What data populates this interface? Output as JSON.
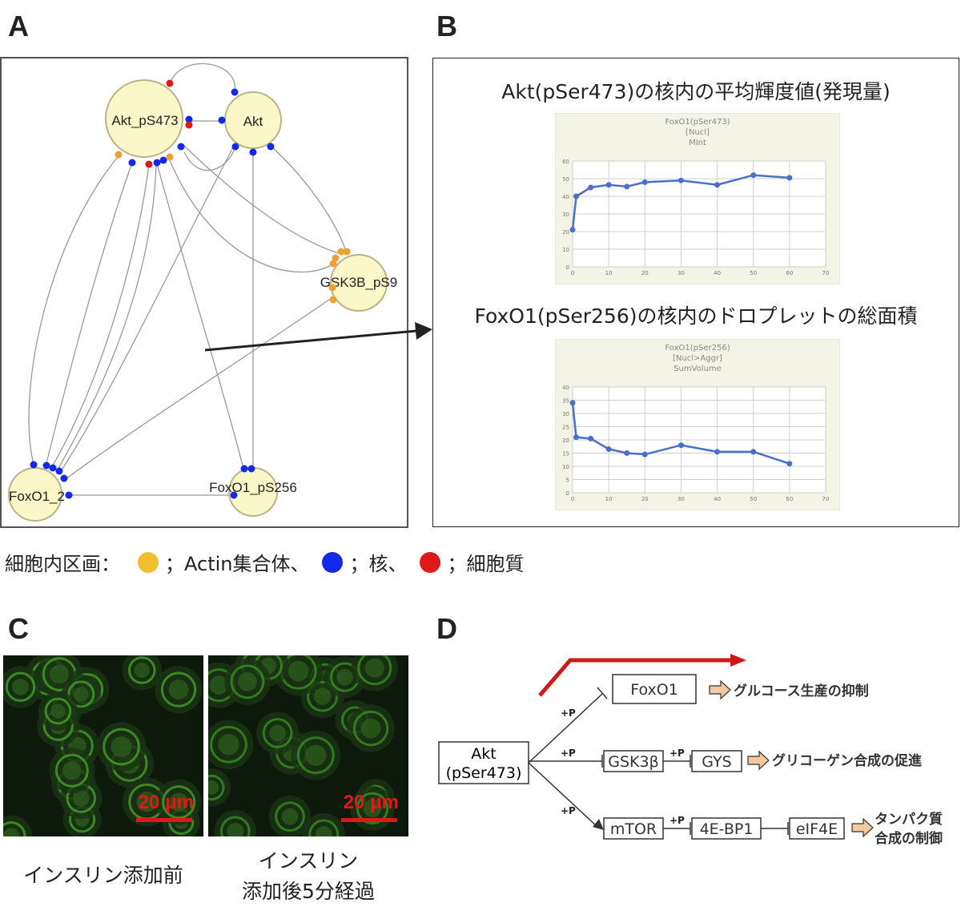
{
  "panel_labels": {
    "a": "A",
    "b": "B",
    "c": "C",
    "d": "D"
  },
  "network": {
    "nodes": {
      "akt_ps473": "Akt_pS473",
      "akt": "Akt",
      "gsk3b_ps9": "GSK3B_pS9",
      "foxo1_2": "FoxO1_2",
      "foxo1_ps256": "FoxO1_pS256"
    }
  },
  "legend": {
    "prefix": "細胞内区画：",
    "items": [
      {
        "color": "#f0c030",
        "label": "；Actin集合体、"
      },
      {
        "color": "#1428e8",
        "label": "；核、"
      },
      {
        "color": "#e01818",
        "label": "；細胞質"
      }
    ]
  },
  "panel_b": {
    "chart1_title": "Akt(pSer473)の核内の平均輝度値(発現量)",
    "chart2_title": "FoxO1(pSer256)の核内のドロプレットの総面積"
  },
  "chart_data": [
    {
      "type": "line",
      "title": "FoxO1(pSer473)",
      "subtitle": [
        "[Nucl]",
        "MInt"
      ],
      "x": [
        0,
        1,
        5,
        10,
        15,
        20,
        30,
        40,
        50,
        60
      ],
      "series": [
        {
          "values": [
            21,
            40,
            45,
            46.5,
            45.5,
            48,
            49,
            46.5,
            52,
            50.5
          ]
        }
      ],
      "xlim": [
        0,
        70
      ],
      "ylim": [
        0,
        60
      ],
      "xticks": [
        0,
        10,
        20,
        30,
        40,
        50,
        60,
        70
      ],
      "yticks": [
        0,
        10,
        20,
        30,
        40,
        50,
        60
      ],
      "grid": true,
      "color": "#4a6fc8"
    },
    {
      "type": "line",
      "title": "FoxO1(pSer256)",
      "subtitle": [
        "[Nucl>Aggr]",
        "SumVolume"
      ],
      "x": [
        0,
        1,
        5,
        10,
        15,
        20,
        30,
        40,
        50,
        60
      ],
      "series": [
        {
          "values": [
            34,
            21,
            20.5,
            16.5,
            15,
            14.5,
            18,
            15.5,
            15.5,
            11
          ]
        }
      ],
      "xlim": [
        0,
        70
      ],
      "ylim": [
        0,
        40
      ],
      "xticks": [
        0,
        10,
        20,
        30,
        40,
        50,
        60,
        70
      ],
      "yticks": [
        0,
        5,
        10,
        15,
        20,
        25,
        30,
        35,
        40
      ],
      "grid": true,
      "color": "#4a6fc8"
    }
  ],
  "panel_c": {
    "scale_label": "20 μm",
    "caption_before": "インスリン添加前",
    "caption_after_line1": "インスリン",
    "caption_after_line2": "添加後5分経過"
  },
  "panel_d": {
    "akt_line1": "Akt",
    "akt_line2": "(pSer473)",
    "foxo1": "FoxO1",
    "gsk3b": "GSK3β",
    "gys": "GYS",
    "mtor": "mTOR",
    "bp1": "4E-BP1",
    "eif4e": "eIF4E",
    "plus_p": "+P",
    "out1": "グルコース生産の抑制",
    "out2": "グリコーゲン合成の促進",
    "out3_line1": "タンパク質",
    "out3_line2": "合成の制御"
  }
}
